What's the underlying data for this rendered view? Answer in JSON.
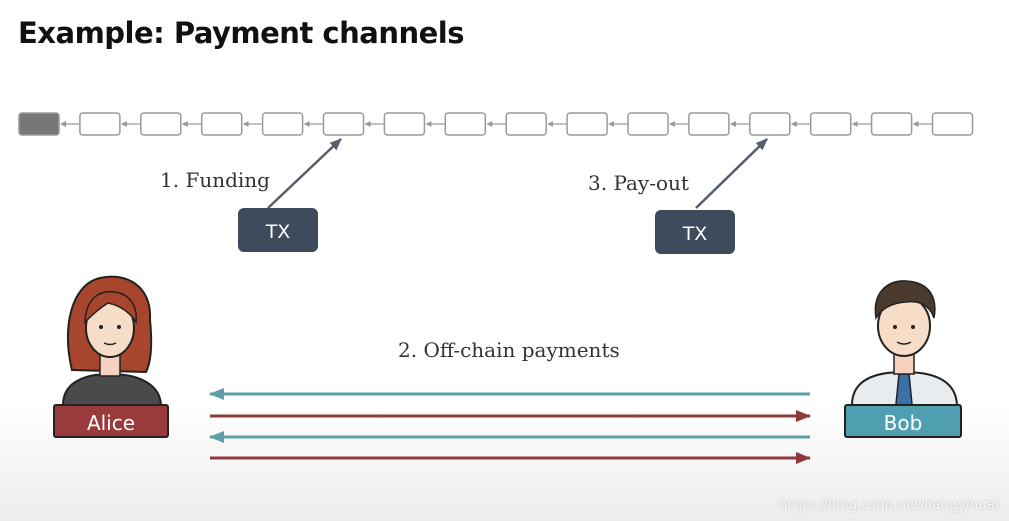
{
  "title": "Example: Payment channels",
  "steps": {
    "funding": "1. Funding",
    "offchain": "2. Off-chain payments",
    "payout": "3. Pay-out"
  },
  "tx_label": "TX",
  "alice_label": "Alice",
  "bob_label": "Bob",
  "watermark": "https://blog.csdn.net/liangyihuai",
  "colors": {
    "genesis_block": "#777777",
    "block_border": "#9a9a9a",
    "tx_box": "#3f4a5c",
    "alice_badge": "#9a3a3a",
    "bob_badge": "#4f9fb1",
    "arrow_left": "#5e9ea5",
    "arrow_right": "#8f3a3a",
    "pointer_arrow": "#555e6b"
  }
}
